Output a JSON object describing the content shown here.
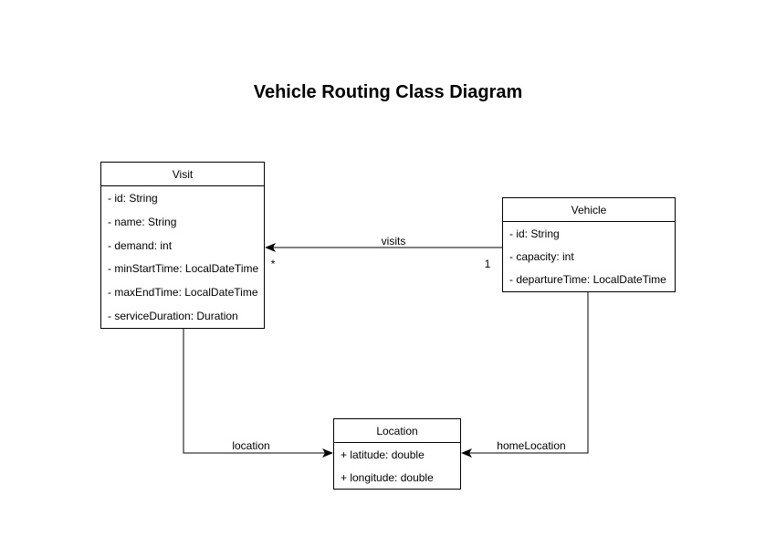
{
  "title": "Vehicle Routing Class Diagram",
  "colors": {
    "background": "#ffffff",
    "stroke": "#000000",
    "text": "#000000"
  },
  "classes": [
    {
      "name": "Visit",
      "fields": [
        "- id: String",
        "- name: String",
        "- demand: int",
        "- minStartTime: LocalDateTime",
        "- maxEndTime: LocalDateTime",
        "- serviceDuration: Duration"
      ]
    },
    {
      "name": "Vehicle",
      "fields": [
        "- id: String",
        "- capacity: int",
        "- departureTime: LocalDateTime"
      ]
    },
    {
      "name": "Location",
      "fields": [
        "+ latitude: double",
        "+ longitude: double"
      ]
    }
  ],
  "relationships": [
    {
      "label": "visits",
      "from": "Vehicle",
      "to": "Visit",
      "source_multiplicity": "1",
      "target_multiplicity": "*"
    },
    {
      "label": "location",
      "from": "Visit",
      "to": "Location"
    },
    {
      "label": "homeLocation",
      "from": "Vehicle",
      "to": "Location"
    }
  ]
}
